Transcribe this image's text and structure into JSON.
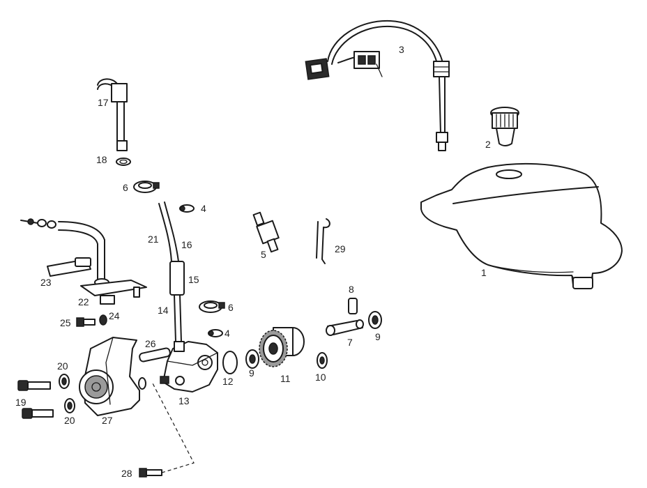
{
  "labels": {
    "p1": "1",
    "p2": "2",
    "p3": "3",
    "p4a": "4",
    "p4b": "4",
    "p5": "5",
    "p6a": "6",
    "p6b": "6",
    "p7": "7",
    "p8": "8",
    "p9a": "9",
    "p9b": "9",
    "p10": "10",
    "p11": "11",
    "p12": "12",
    "p13": "13",
    "p14": "14",
    "p15": "15",
    "p16": "16",
    "p17": "17",
    "p18": "18",
    "p19": "19",
    "p20a": "20",
    "p20b": "20",
    "p21": "21",
    "p22": "22",
    "p23": "23",
    "p24": "24",
    "p25": "25",
    "p26": "26",
    "p27": "27",
    "p28": "28",
    "p29": "29"
  }
}
